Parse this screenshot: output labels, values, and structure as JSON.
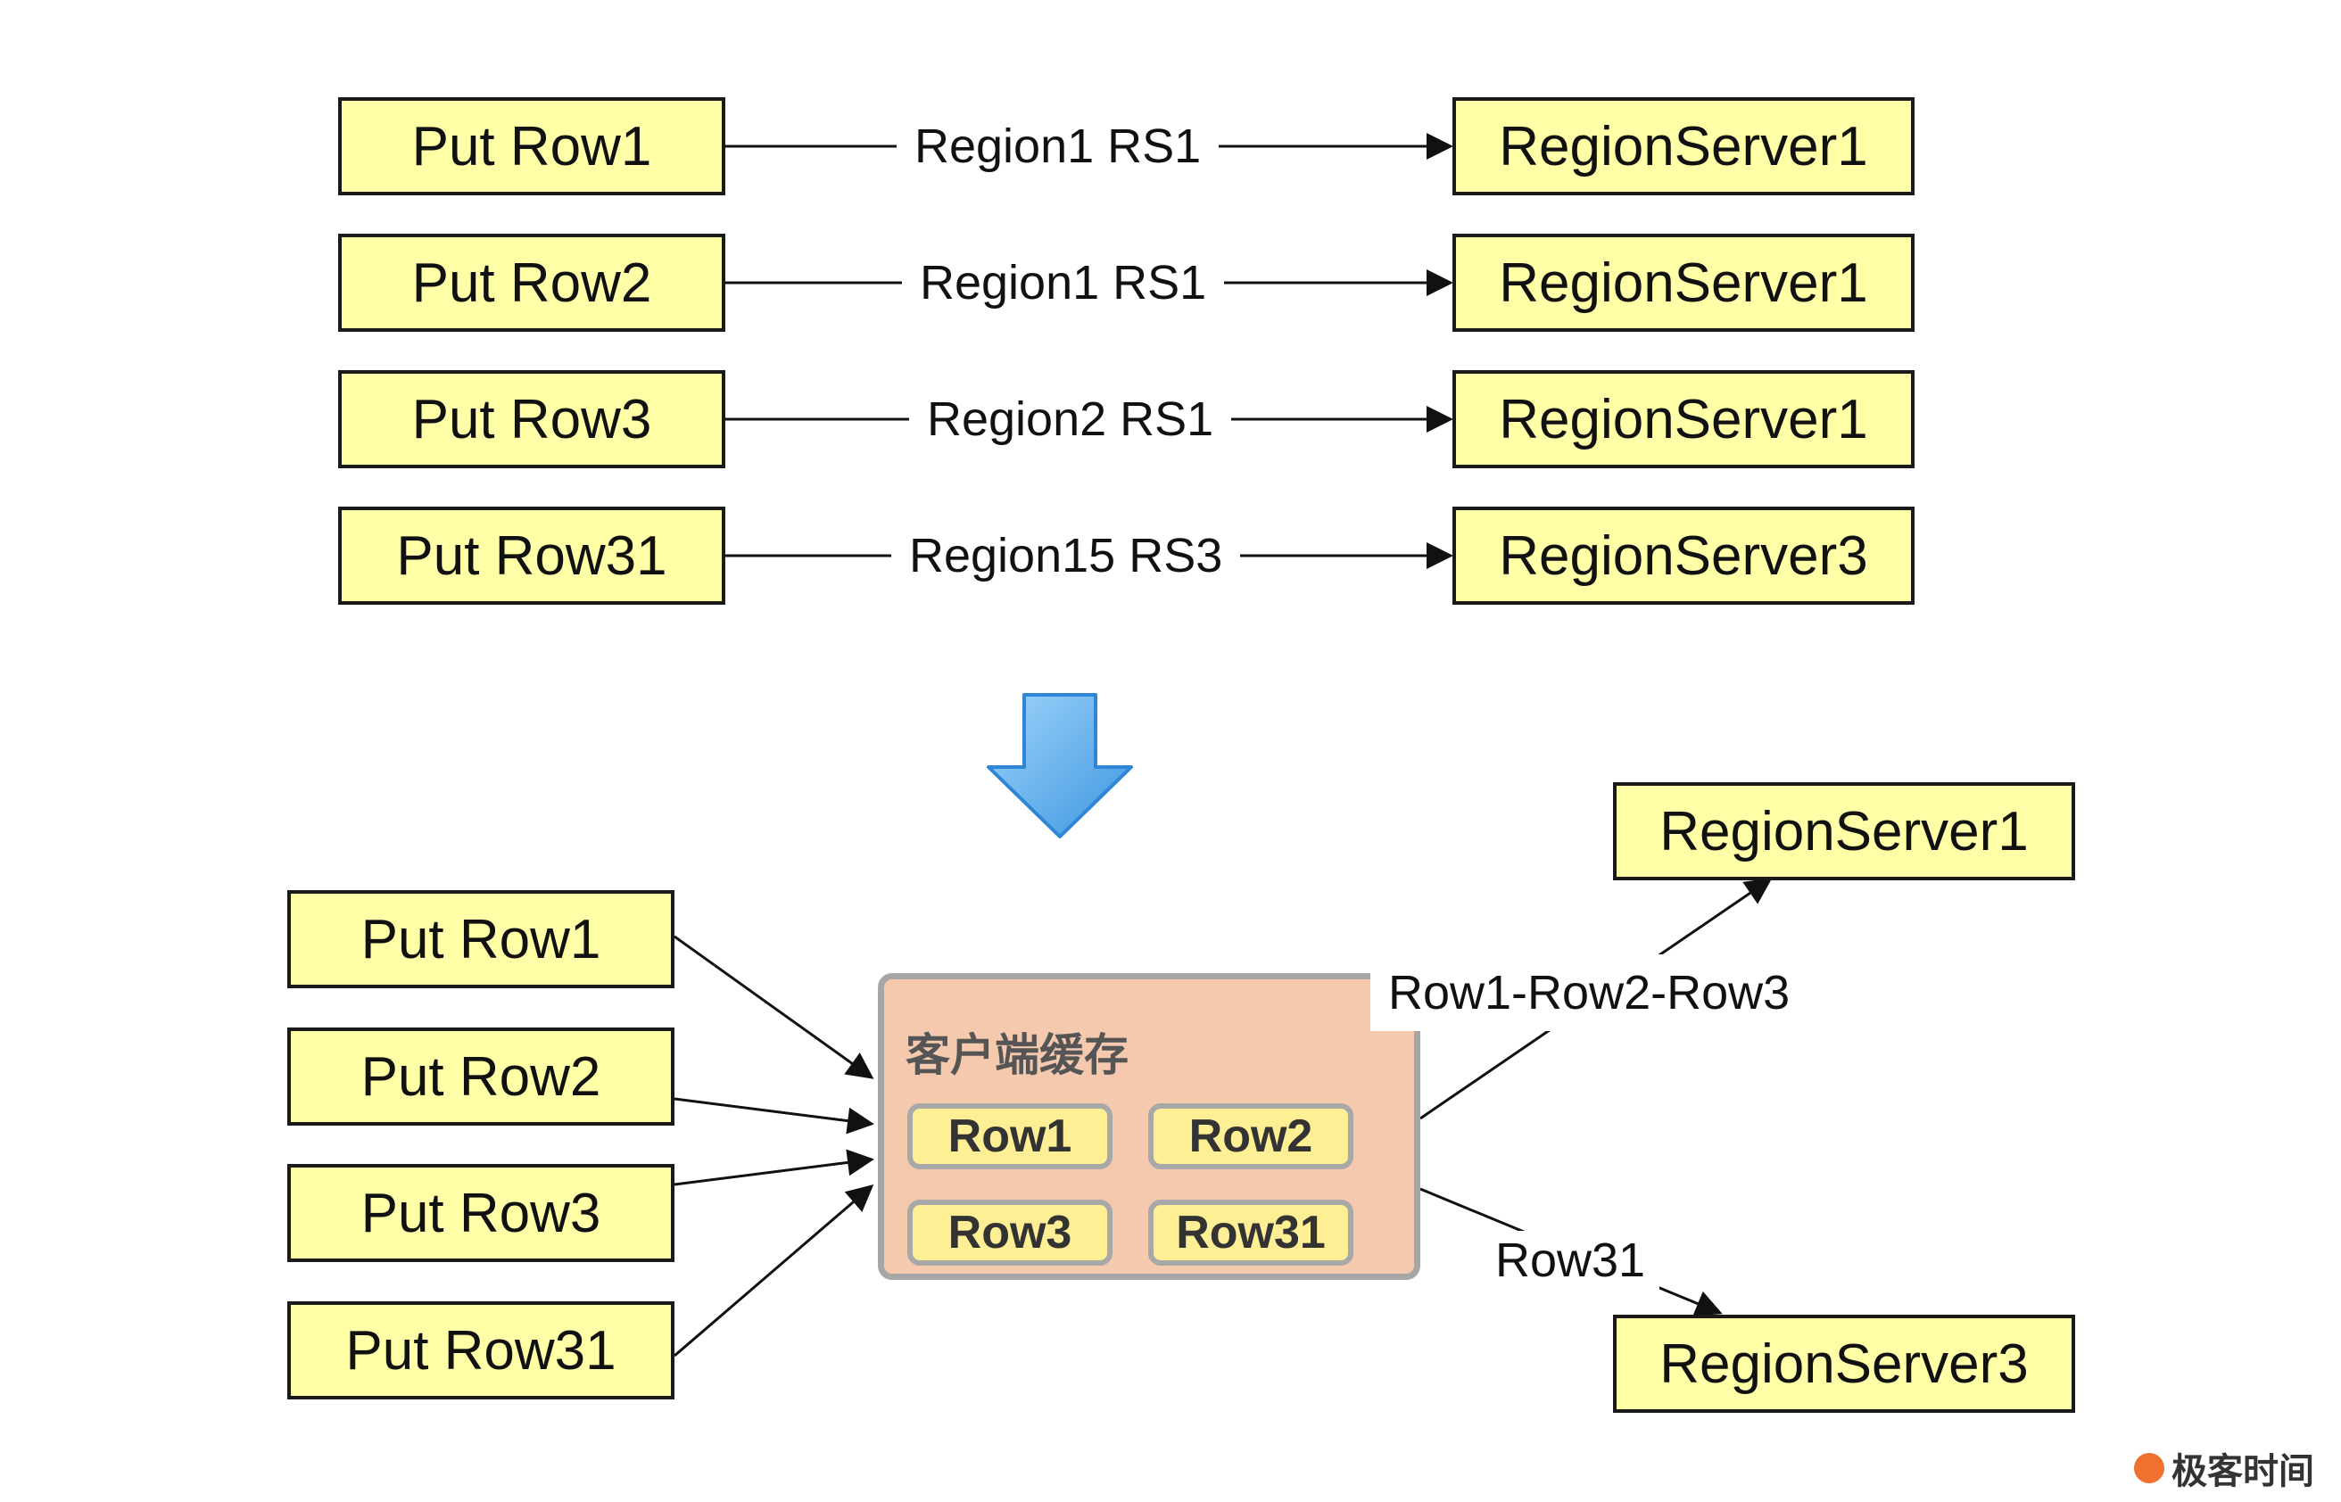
{
  "top_flow": [
    {
      "put": "Put Row1",
      "route": "Region1 RS1",
      "server": "RegionServer1"
    },
    {
      "put": "Put Row2",
      "route": "Region1 RS1",
      "server": "RegionServer1"
    },
    {
      "put": "Put Row3",
      "route": "Region2 RS1",
      "server": "RegionServer1"
    },
    {
      "put": "Put Row31",
      "route": "Region15 RS3",
      "server": "RegionServer3"
    }
  ],
  "bottom_flow": {
    "puts": [
      "Put Row1",
      "Put Row2",
      "Put Row3",
      "Put Row31"
    ],
    "cache": {
      "title": "客户端缓存",
      "cells": [
        "Row1",
        "Row2",
        "Row3",
        "Row31"
      ]
    },
    "batch_labels": [
      "Row1-Row2-Row3",
      "Row31"
    ],
    "servers": [
      "RegionServer1",
      "RegionServer3"
    ]
  },
  "colors": {
    "box_fill": "#ffffa8",
    "cache_fill": "#f4c9ae",
    "cell_fill": "#ffef94",
    "down_arrow": "#5aaeea"
  },
  "watermark": "极客时间"
}
